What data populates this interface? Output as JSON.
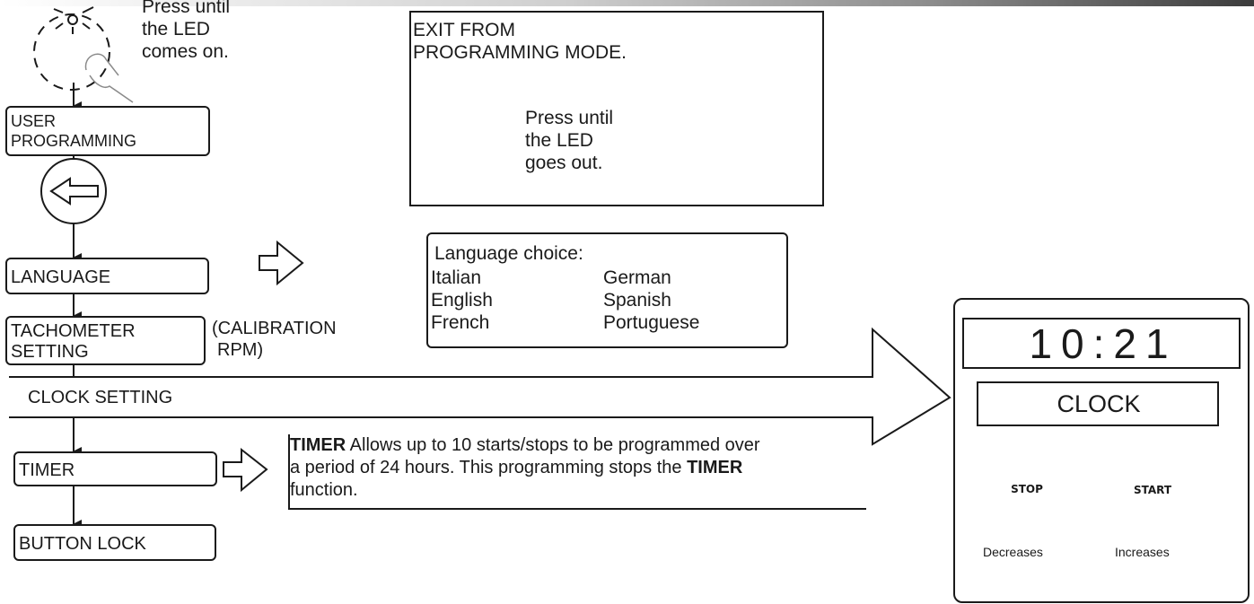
{
  "press_on": {
    "lines": [
      "Press until",
      "the LED",
      "comes on."
    ]
  },
  "flow": {
    "user_programming": [
      "USER",
      "PROGRAMMING"
    ],
    "language": "LANGUAGE",
    "tachometer": [
      "TACHOMETER",
      "SETTING"
    ],
    "calibration": [
      "(CALIBRATION",
      "RPM)"
    ],
    "clock_setting": "CLOCK SETTING",
    "timer": "TIMER",
    "button_lock": "BUTTON LOCK"
  },
  "exit_box": {
    "title": [
      "EXIT FROM",
      "PROGRAMMING MODE."
    ],
    "instruction": [
      "Press until",
      "the LED",
      "goes out."
    ]
  },
  "language_box": {
    "title": "Language choice:",
    "col1": [
      "Italian",
      "English",
      "French"
    ],
    "col2": [
      "German",
      "Spanish",
      "Portuguese"
    ]
  },
  "timer_note": {
    "bold1": "TIMER",
    "text1": " Allows up to 10 starts/stops to be programmed over",
    "line2a": "a period of 24 hours. This programming stops the ",
    "bold2": "TIMER",
    "line3": "function."
  },
  "device": {
    "time": "10:21",
    "mode": "CLOCK",
    "stop_label": "STOP",
    "start_label": "START",
    "stop_caption": "Decreases",
    "start_caption": "Increases"
  },
  "colors": {
    "ink": "#1a1a1a",
    "background": "#ffffff"
  }
}
